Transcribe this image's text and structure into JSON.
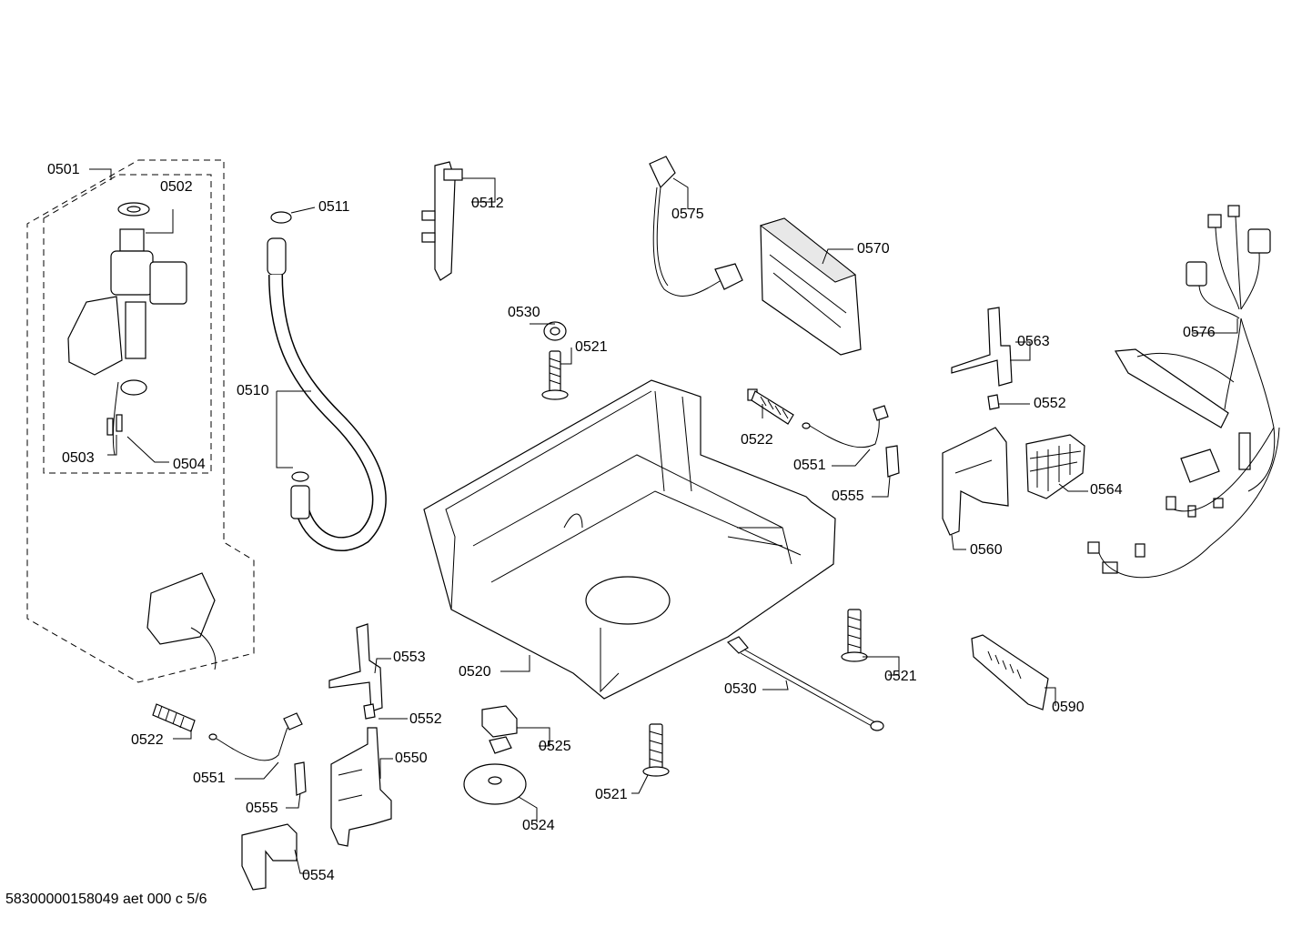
{
  "diagram": {
    "footer": "58300000158049 aet 000 c 5/6",
    "labels": {
      "l0501": "0501",
      "l0502": "0502",
      "l0503": "0503",
      "l0504": "0504",
      "l0510": "0510",
      "l0511": "0511",
      "l0512": "0512",
      "l0575": "0575",
      "l0570": "0570",
      "l0576": "0576",
      "l0530a": "0530",
      "l0521a": "0521",
      "l0563": "0563",
      "l0552a": "0552",
      "l0522a": "0522",
      "l0551a": "0551",
      "l0555a": "0555",
      "l0564": "0564",
      "l0560": "0560",
      "l0520": "0520",
      "l0553": "0553",
      "l0552b": "0552",
      "l0550": "0550",
      "l0522b": "0522",
      "l0551b": "0551",
      "l0555b": "0555",
      "l0554": "0554",
      "l0525": "0525",
      "l0524": "0524",
      "l0521b": "0521",
      "l0530b": "0530",
      "l0521c": "0521",
      "l0590": "0590"
    }
  }
}
